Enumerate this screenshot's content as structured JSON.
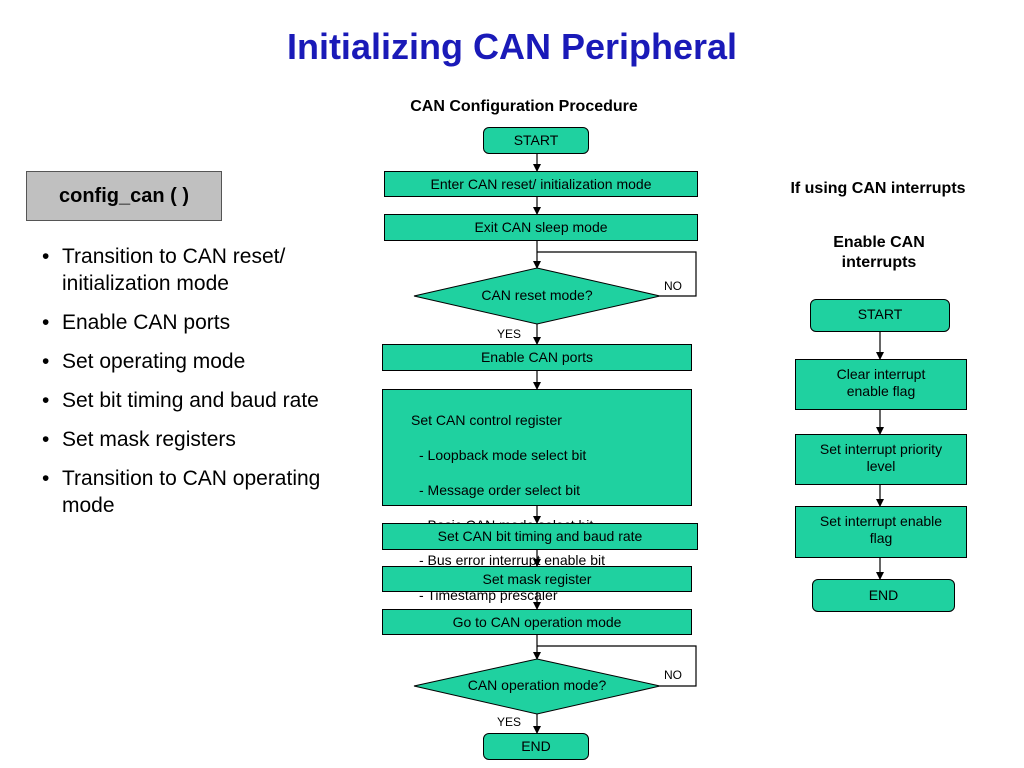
{
  "title": "Initializing CAN Peripheral",
  "subtitle": "CAN Configuration Procedure",
  "function_name": "config_can ( )",
  "bullets": [
    "Transition to CAN reset/ initialization mode",
    "Enable CAN ports",
    "Set operating mode",
    "Set bit timing and baud rate",
    "Set mask registers",
    "Transition to CAN operating mode"
  ],
  "main_flow": {
    "start": "START",
    "enter_reset": "Enter CAN reset/ initialization mode",
    "exit_sleep": "Exit CAN sleep mode",
    "decision_reset": "CAN reset mode?",
    "enable_ports": "Enable CAN ports",
    "control_register": {
      "heading": "Set CAN control register",
      "items": [
        "- Loopback mode select bit",
        "- Message order select bit",
        "- Basic CAN mode select bit",
        "- Bus error interrupt enable bit",
        "- Timestamp prescaler"
      ]
    },
    "bit_timing": "Set CAN bit timing and baud rate",
    "mask_register": "Set mask register",
    "go_operation": "Go to CAN operation mode",
    "decision_operation": "CAN operation mode?",
    "end": "END",
    "yes": "YES",
    "no": "NO"
  },
  "interrupts": {
    "heading": "If using CAN interrupts",
    "subheading": "Enable CAN interrupts",
    "start": "START",
    "clear_flag": "Clear interrupt enable flag",
    "priority": "Set interrupt priority level",
    "enable_flag": "Set interrupt enable flag",
    "end": "END"
  },
  "colors": {
    "title": "#1a1ab8",
    "node_fill": "#1fd1a0",
    "function_box": "#c0c0c0"
  }
}
